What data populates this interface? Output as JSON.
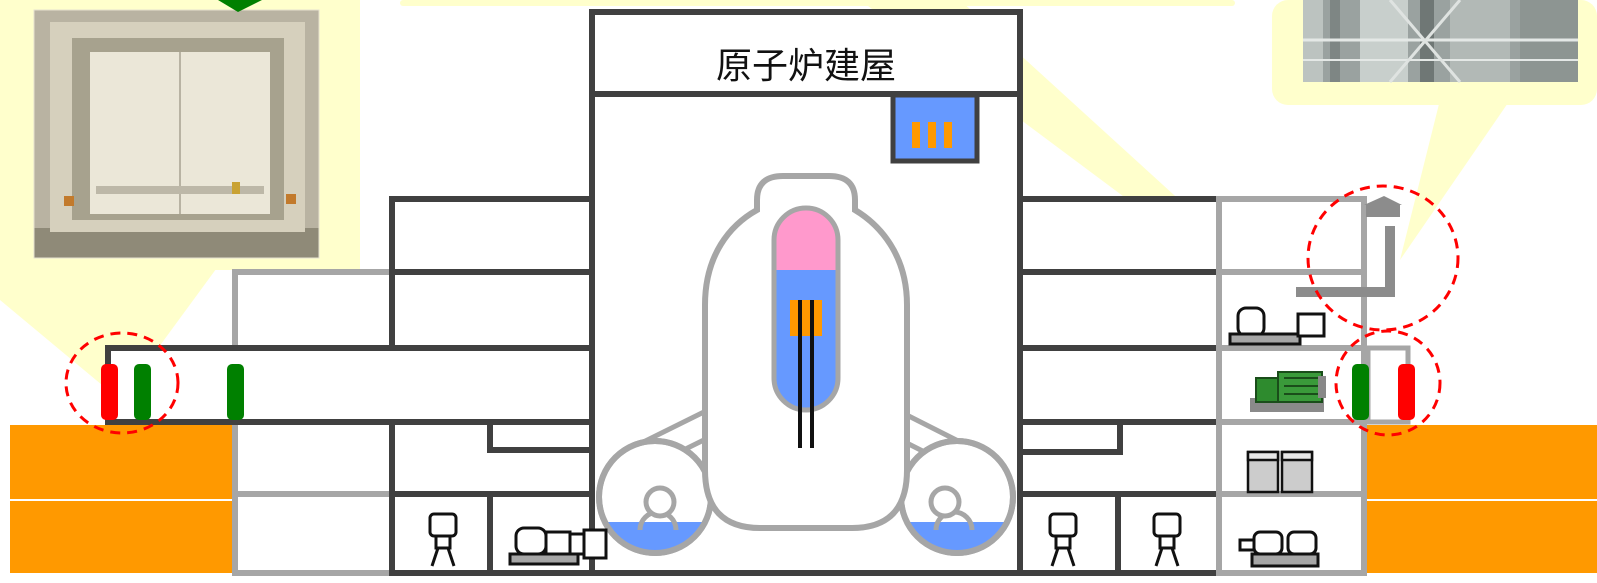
{
  "diagram": {
    "building_title": "原子炉建屋"
  },
  "colors": {
    "ground": "#FF9900",
    "callout": "#FFFFCC",
    "structure_dark": "#404040",
    "structure_light": "#A6A6A6",
    "water": "#6699FF",
    "steam": "#FF99CC",
    "fuel": "#FF9900",
    "door_closed": "#FF0000",
    "door_open": "#008000",
    "marker": "#FF0000"
  },
  "icons": [
    "watertight-door-photo",
    "exhaust-duct-photo",
    "reactor-vessel-icon",
    "spent-fuel-pool-icon",
    "pump-icon",
    "motor-icon",
    "diesel-generator-icon",
    "electrical-panel-icon"
  ]
}
